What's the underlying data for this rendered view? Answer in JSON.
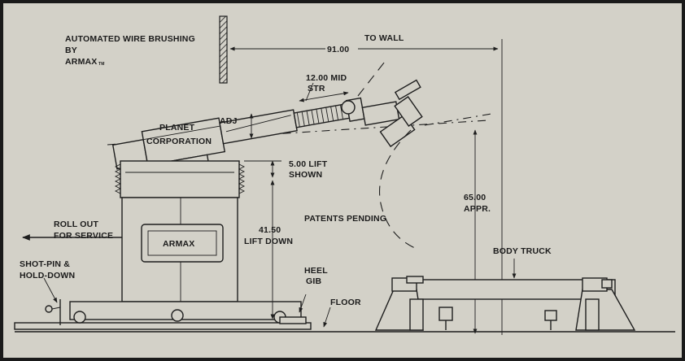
{
  "title": {
    "line1": "AUTOMATED WIRE BRUSHING",
    "line2": "BY",
    "line3": "ARMAX",
    "tm": "TM"
  },
  "dimensions": {
    "to_wall_value": "91.00",
    "to_wall_label": "TO WALL",
    "stroke_line1": "12.00 MID",
    "stroke_line2": "STR",
    "lift_shown_line1": "5.00 LIFT",
    "lift_shown_line2": "SHOWN",
    "lift_down_value": "41.50",
    "lift_down_label": "LIFT DOWN",
    "height_value": "65.00",
    "height_label": "APPR."
  },
  "labels": {
    "adj": "ADJ",
    "planet": "PLANET",
    "corporation": "CORPORATION",
    "armax_box": "ARMAX",
    "patents": "PATENTS PENDING",
    "roll_out_line1": "ROLL OUT",
    "roll_out_line2": "FOR SERVICE",
    "shot_pin_line1": "SHOT-PIN &",
    "shot_pin_line2": "HOLD-DOWN",
    "heel_line1": "HEEL",
    "heel_line2": "GIB",
    "floor": "FLOOR",
    "body_truck": "BODY TRUCK"
  },
  "colors": {
    "background": "#d3d1c8",
    "ink": "#1e1e1e",
    "border": "#1a1a1a"
  }
}
